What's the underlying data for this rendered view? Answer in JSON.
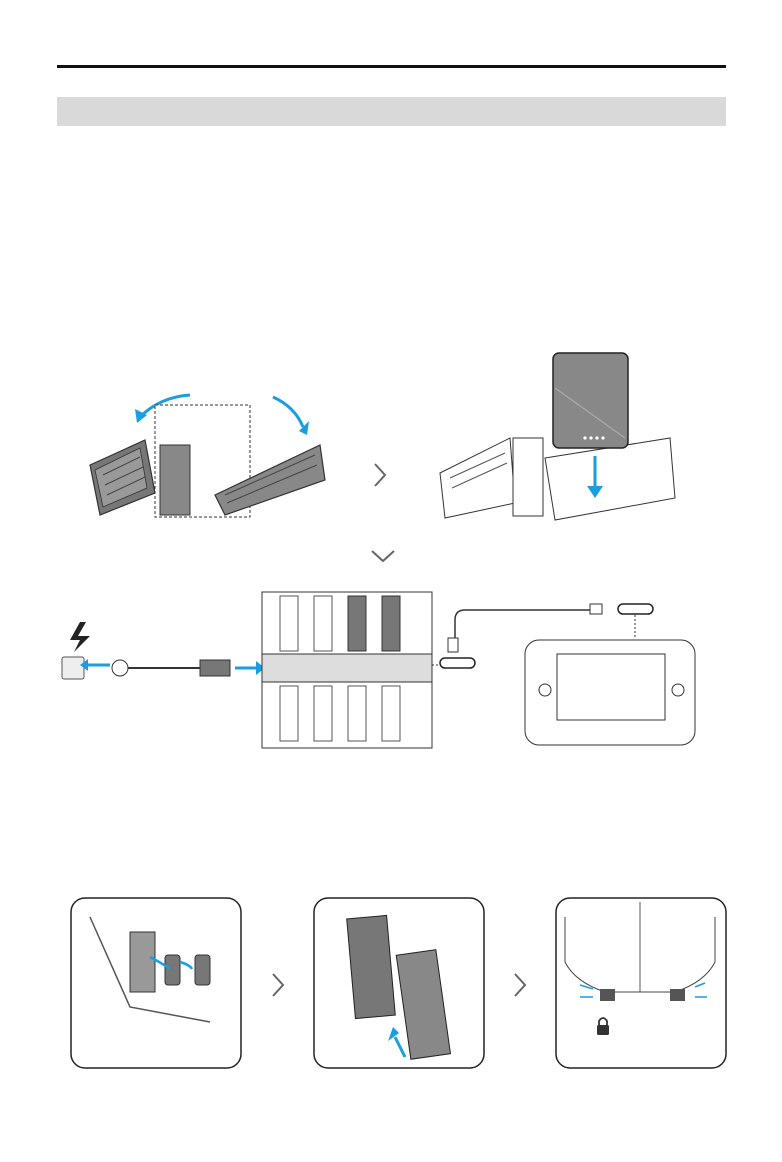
{
  "page": {
    "section_heading": "",
    "colors": {
      "accent": "#1a9ee0",
      "rule": "#111111",
      "section_bar": "#d9d9d9",
      "line": "#444444"
    }
  },
  "figures": {
    "charger_fold": {
      "icon": "charging-hub-fold-open"
    },
    "battery_insert": {
      "icon": "battery-insert-hub"
    },
    "next_arrows": [
      "chevron-right",
      "chevron-down",
      "chevron-right",
      "chevron-right"
    ],
    "power_connection": {
      "icon": "power-outlet-lightning",
      "remote": "remote-controller-usb-c"
    },
    "drone_battery_steps": [
      {
        "icon": "remove-port-covers"
      },
      {
        "icon": "insert-batteries-drone"
      },
      {
        "icon": "battery-locked"
      }
    ]
  }
}
